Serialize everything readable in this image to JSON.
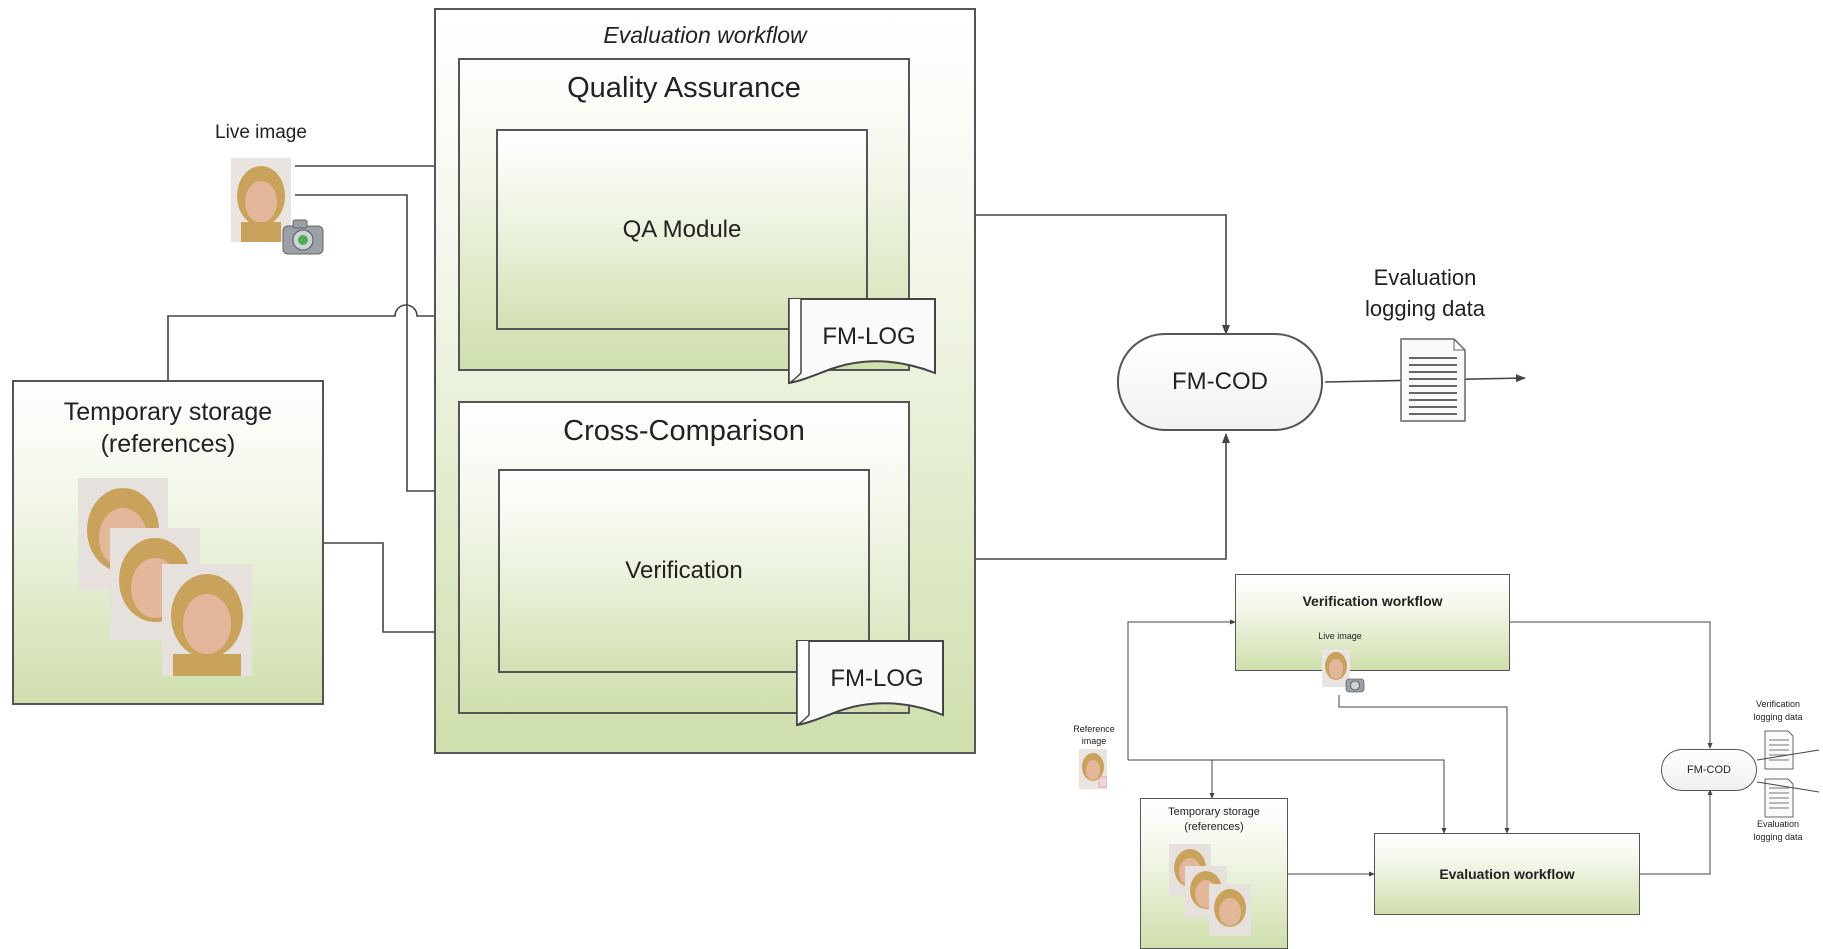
{
  "main_diagram": {
    "outer_title": "Evaluation workflow",
    "qa": {
      "title": "Quality Assurance",
      "module": "QA Module",
      "log": "FM-LOG"
    },
    "cc": {
      "title": "Cross-Comparison",
      "module": "Verification",
      "log": "FM-LOG"
    },
    "live_image_label": "Live image",
    "temp_storage": {
      "line1": "Temporary storage",
      "line2": "(references)"
    },
    "fm_cod": "FM-COD",
    "logging_label": {
      "line1": "Evaluation",
      "line2": "logging data"
    }
  },
  "mini_diagram": {
    "verification_workflow": "Verification workflow",
    "live_image_label": "Live image",
    "reference_image": {
      "line1": "Reference",
      "line2": "image"
    },
    "temp_storage": {
      "line1": "Temporary storage",
      "line2": "(references)"
    },
    "evaluation_workflow": "Evaluation workflow",
    "fm_cod": "FM-COD",
    "verification_logging": {
      "line1": "Verification",
      "line2": "logging data"
    },
    "evaluation_logging": {
      "line1": "Evaluation",
      "line2": "logging data"
    }
  },
  "colors": {
    "stroke": "#444444",
    "box_gradient_top": "#ffffff",
    "box_gradient_bottom": "#cfdfad",
    "face_skin": "#e3b79a",
    "face_hair": "#c9a25c"
  }
}
